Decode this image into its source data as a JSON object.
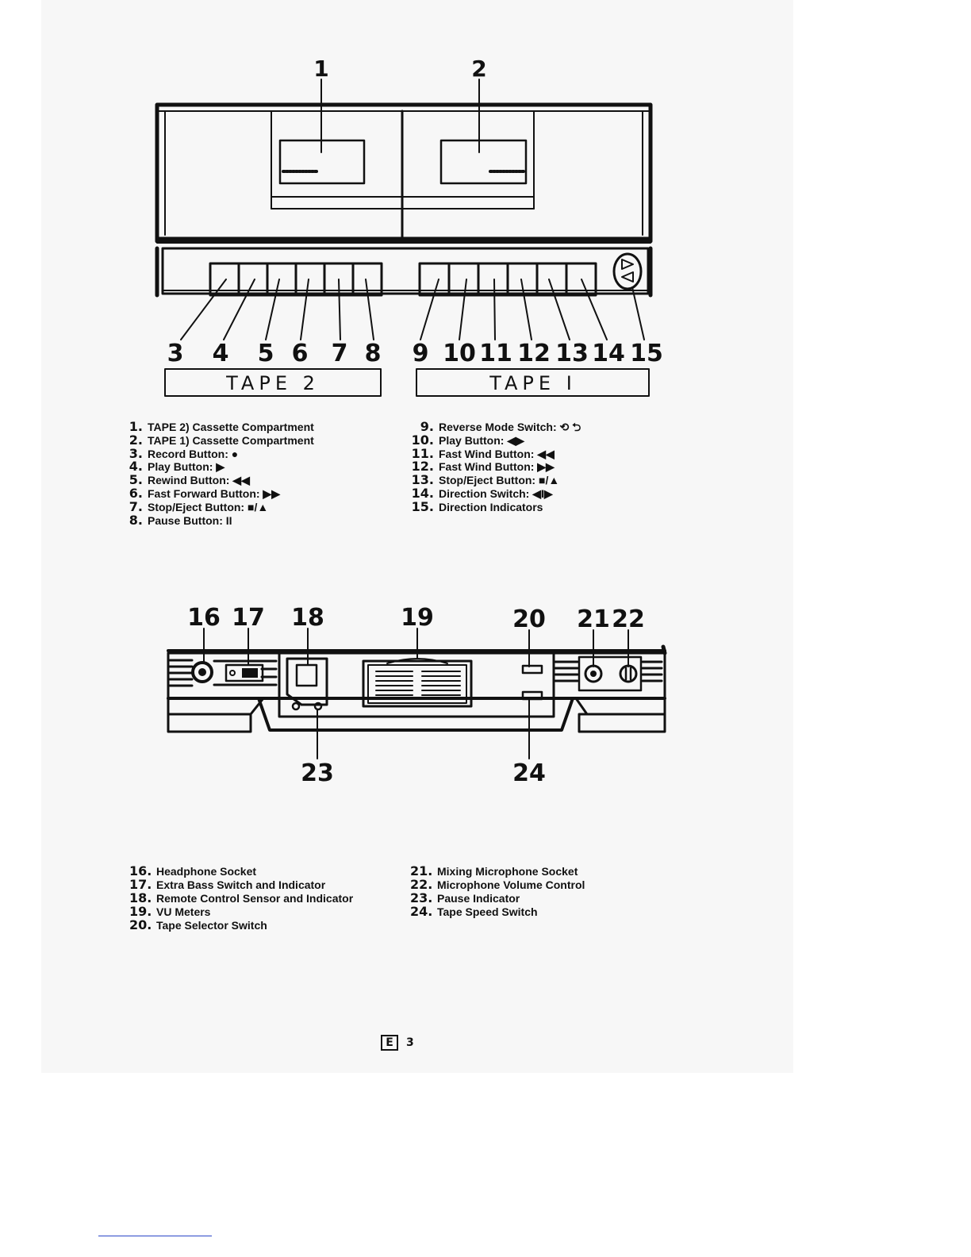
{
  "top_diagram": {
    "tape2_label": "TAPE 2",
    "tape1_label": "TAPE I",
    "callouts": [
      "1",
      "2",
      "3",
      "4",
      "5",
      "6",
      "7",
      "8",
      "9",
      "10",
      "11",
      "12",
      "13",
      "14",
      "15"
    ]
  },
  "bottom_diagram": {
    "callouts": [
      "16",
      "17",
      "18",
      "19",
      "20",
      "21",
      "22",
      "23",
      "24"
    ]
  },
  "legend_top_left": [
    {
      "num": "1.",
      "text": "TAPE 2) Cassette Compartment"
    },
    {
      "num": "2.",
      "text": "TAPE 1) Cassette Compartment"
    },
    {
      "num": "3.",
      "text": "Record Button: ●"
    },
    {
      "num": "4.",
      "text": "Play Button: ▶"
    },
    {
      "num": "5.",
      "text": "Rewind Button: ◀◀"
    },
    {
      "num": "6.",
      "text": "Fast Forward Button: ▶▶"
    },
    {
      "num": "7.",
      "text": "Stop/Eject Button: ■/▲"
    },
    {
      "num": "8.",
      "text": "Pause Button: II"
    }
  ],
  "legend_top_right": [
    {
      "num": "9.",
      "text": "Reverse Mode Switch: ⟲ ⮌"
    },
    {
      "num": "10.",
      "text": "Play Button: ◀▶"
    },
    {
      "num": "11.",
      "text": "Fast Wind Button: ◀◀"
    },
    {
      "num": "12.",
      "text": "Fast Wind Button: ▶▶"
    },
    {
      "num": "13.",
      "text": "Stop/Eject Button: ■/▲"
    },
    {
      "num": "14.",
      "text": "Direction Switch: ◀I▶"
    },
    {
      "num": "15.",
      "text": "Direction Indicators"
    }
  ],
  "legend_bottom_left": [
    {
      "num": "16.",
      "text": "Headphone Socket"
    },
    {
      "num": "17.",
      "text": "Extra Bass Switch and Indicator"
    },
    {
      "num": "18.",
      "text": "Remote Control Sensor and Indicator"
    },
    {
      "num": "19.",
      "text": "VU Meters"
    },
    {
      "num": "20.",
      "text": "Tape Selector Switch"
    }
  ],
  "legend_bottom_right": [
    {
      "num": "21.",
      "text": "Mixing Microphone Socket"
    },
    {
      "num": "22.",
      "text": "Microphone Volume Control"
    },
    {
      "num": "23.",
      "text": "Pause Indicator"
    },
    {
      "num": "24.",
      "text": "Tape Speed Switch"
    }
  ],
  "footer": {
    "badge": "E",
    "page": "3"
  }
}
